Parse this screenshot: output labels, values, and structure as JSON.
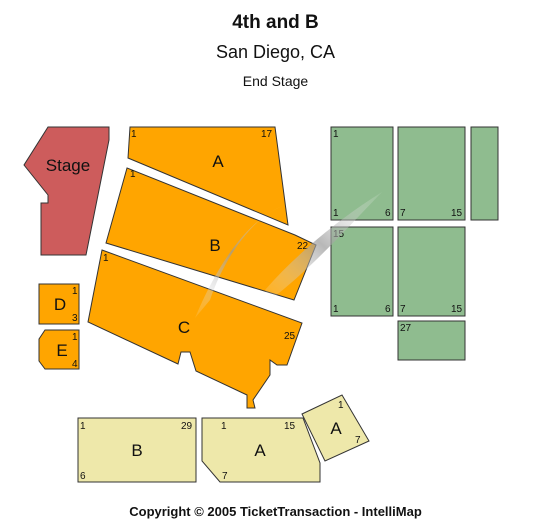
{
  "header": {
    "venue": "4th and B",
    "city": "San Diego, CA",
    "config": "End Stage"
  },
  "colors": {
    "stage": "#cd5c5c",
    "orange": "#ffa500",
    "green": "#8fbc8f",
    "yellow": "#eee8aa",
    "outline": "#333333"
  },
  "stage": {
    "label": "Stage"
  },
  "sections": {
    "upper_a": {
      "label": "A",
      "seat_first": "1",
      "seat_last": "17"
    },
    "upper_b": {
      "label": "B",
      "seat_first": "1",
      "seat_last": "22"
    },
    "upper_c": {
      "label": "C",
      "seat_first": "1",
      "seat_last": "25"
    },
    "box_d": {
      "label": "D",
      "row_top": "1",
      "row_bottom": "3"
    },
    "box_e": {
      "label": "E",
      "row_top": "1",
      "row_bottom": "4"
    },
    "green_1": {
      "tl": "1",
      "bl": "1",
      "br": "6"
    },
    "green_2": {
      "bl": "7",
      "br": "15"
    },
    "green_4": {
      "tl": "15",
      "bl": "1",
      "br": "6"
    },
    "green_5": {
      "bl": "7",
      "br": "15"
    },
    "green_6": {
      "tl": "27"
    },
    "floor_b": {
      "label": "B",
      "tl": "1",
      "tr": "29",
      "bl": "6"
    },
    "floor_a": {
      "label": "A",
      "tl": "1",
      "tr": "15",
      "bl": "7"
    },
    "floor_a_small": {
      "label": "A",
      "t": "1",
      "b": "7"
    }
  },
  "footer": {
    "copyright": "Copyright © 2005 TicketTransaction - IntelliMap"
  }
}
